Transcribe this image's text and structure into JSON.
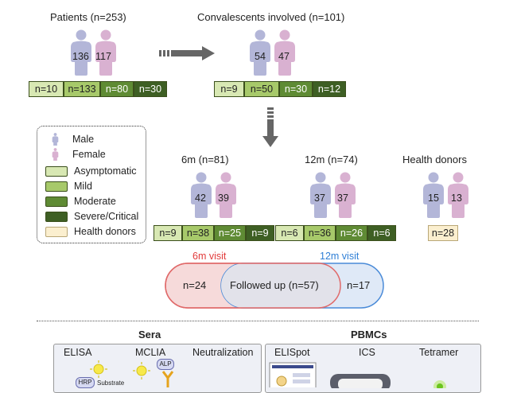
{
  "top": {
    "patients_title": "Patients (n=253)",
    "patients_male": "136",
    "patients_female": "117",
    "patients_boxes": [
      "n=10",
      "n=133",
      "n=80",
      "n=30"
    ],
    "conv_title": "Convalescents involved (n=101)",
    "conv_male": "54",
    "conv_female": "47",
    "conv_boxes": [
      "n=9",
      "n=50",
      "n=30",
      "n=12"
    ]
  },
  "legend": {
    "male": "Male",
    "female": "Female",
    "asymptomatic": "Asymptomatic",
    "mild": "Mild",
    "moderate": "Moderate",
    "severe": "Severe/Critical",
    "health": "Health donors"
  },
  "groups": {
    "m6_title": "6m (n=81)",
    "m6_male": "42",
    "m6_female": "39",
    "m6_boxes": [
      "n=9",
      "n=38",
      "n=25",
      "n=9"
    ],
    "m12_title": "12m (n=74)",
    "m12_male": "37",
    "m12_female": "37",
    "m12_boxes": [
      "n=6",
      "n=36",
      "n=26",
      "n=6"
    ],
    "hd_title": "Health donors",
    "hd_male": "15",
    "hd_female": "13",
    "hd_box": "n=28"
  },
  "venn": {
    "left_label": "6m visit",
    "right_label": "12m visit",
    "left_only": "n=24",
    "overlap": "Followed up (n=57)",
    "right_only": "n=17"
  },
  "bottom": {
    "sera_title": "Sera",
    "pbmc_title": "PBMCs",
    "sera_assays": [
      "ELISA",
      "MCLIA",
      "Neutralization"
    ],
    "pbmc_assays": [
      "ELISpot",
      "ICS",
      "Tetramer"
    ],
    "hrp": "HRP",
    "alp": "ALP",
    "substrate": "Substrate"
  },
  "colors": {
    "male": "#b3b6d8",
    "female": "#d9b1d1",
    "asymptomatic": "#d8e8b3",
    "mild": "#a7c96a",
    "moderate": "#5f8b34",
    "severe": "#3e5f24",
    "health": "#fbefcf",
    "venn_left": "#f6dada",
    "venn_right": "#dfe9f7",
    "venn_overlap": "#e2e2ea",
    "red_label": "#e23b3b",
    "blue_label": "#2f7fd6"
  }
}
